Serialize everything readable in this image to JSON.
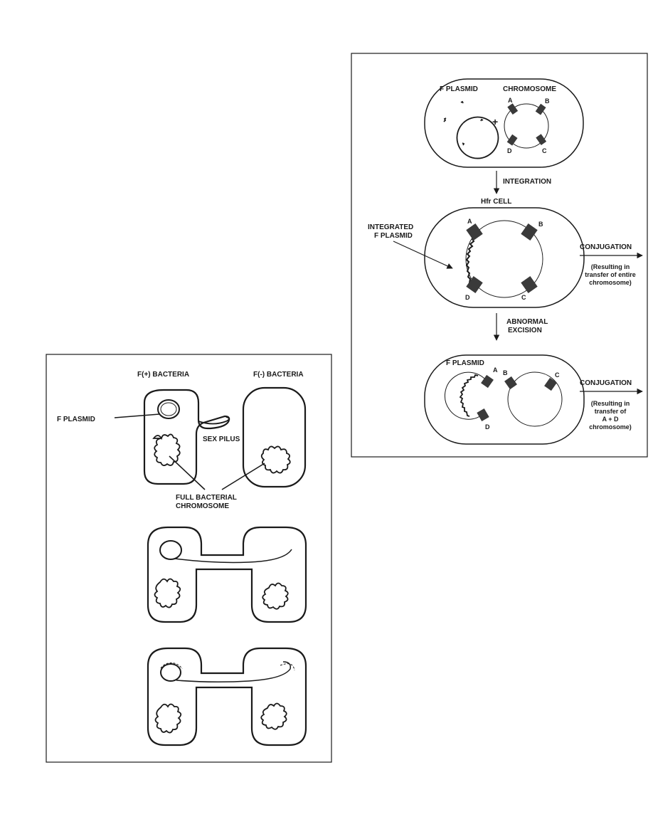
{
  "colors": {
    "ink": "#1a1a1a",
    "gene_block": "#3a3a3a",
    "background": "#ffffff"
  },
  "hfr_panel": {
    "stage1": {
      "f_plasmid_label": "F PLASMID",
      "chromosome_label": "CHROMOSOME",
      "plus_sign": "+",
      "genes": [
        "A",
        "B",
        "C",
        "D"
      ]
    },
    "integration_label": "INTEGRATION",
    "hfr_cell_label": "Hfr CELL",
    "stage2": {
      "integrated_label_line1": "INTEGRATED",
      "integrated_label_line2": "F PLASMID",
      "genes": [
        "A",
        "B",
        "C",
        "D"
      ],
      "conjugation_label": "CONJUGATION",
      "result_line1": "(Resulting in",
      "result_line2": "transfer of entire",
      "result_line3": "chromosome)"
    },
    "excision_line1": "ABNORMAL",
    "excision_line2": "EXCISION",
    "stage3": {
      "f_plasmid_label": "F PLASMID",
      "genes": [
        "A",
        "B",
        "C",
        "D"
      ],
      "conjugation_label": "CONJUGATION",
      "result_line1": "(Resulting in",
      "result_line2": "transfer of",
      "result_line3": "A + D",
      "result_line4": "chromosome)"
    }
  },
  "conjugation_panel": {
    "f_plus_label": "F(+) BACTERIA",
    "f_minus_label": "F(-) BACTERIA",
    "f_plasmid_label": "F PLASMID",
    "sex_pilus_label": "SEX PILUS",
    "chromosome_label_line1": "FULL BACTERIAL",
    "chromosome_label_line2": "CHROMOSOME"
  }
}
